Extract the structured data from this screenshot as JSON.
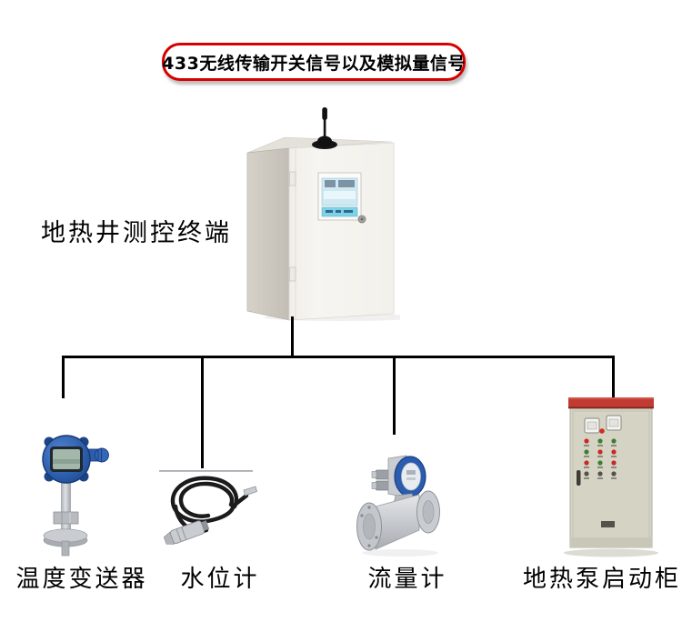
{
  "banner": {
    "text": "433无线传输开关信号以及模拟量信号",
    "border_color": "#d60000"
  },
  "terminal": {
    "label": "地热井测控终端"
  },
  "devices": {
    "temperature_transmitter": {
      "label": "温度变送器"
    },
    "water_level_gauge": {
      "label": "水位计"
    },
    "flow_meter": {
      "label": "流量计"
    },
    "pump_starter_cabinet": {
      "label": "地热泵启动柜"
    }
  },
  "colors": {
    "connector_line": "#000000",
    "banner_border": "#d60000",
    "enclosure_body": "#f4f3ee",
    "enclosure_side": "#c9c5bc",
    "display_screen_blue": "#cfe9f3",
    "transmitter_blue": "#2c5dab",
    "flowmeter_blue": "#2a5cb0",
    "pump_cabinet_body": "#d4d3c4",
    "pump_cabinet_red_band": "#c23b32",
    "indicator_red": "#cc2822",
    "indicator_green": "#3f7d35"
  }
}
